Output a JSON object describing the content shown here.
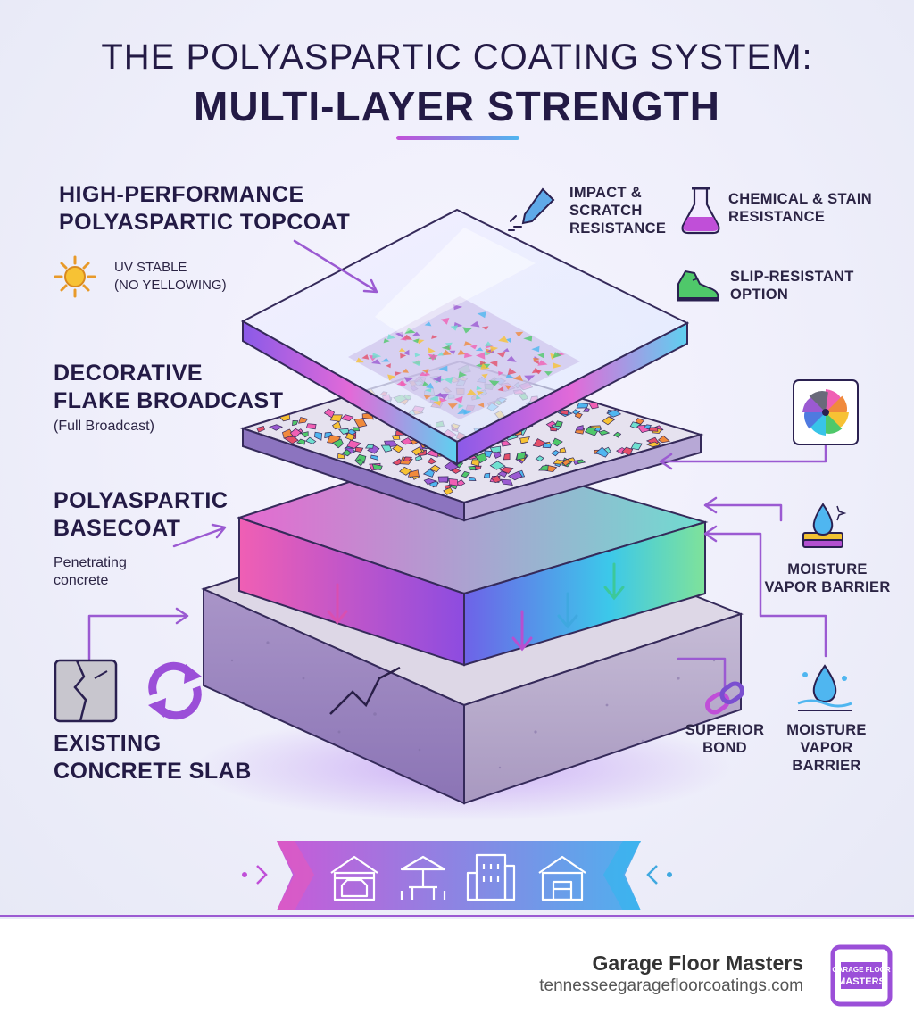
{
  "title": {
    "line1": "THE POLYASPARTIC COATING SYSTEM:",
    "line2": "MULTI-LAYER STRENGTH"
  },
  "layers": {
    "topcoat": {
      "line1": "HIGH-PERFORMANCE",
      "line2": "POLYASPARTIC TOPCOAT"
    },
    "uv": {
      "line1": "UV STABLE",
      "line2": "(NO YELLOWING)"
    },
    "flake": {
      "line1": "DECORATIVE",
      "line2": "FLAKE BROADCAST",
      "note": "(Full Broadcast)"
    },
    "basecoat": {
      "line1": "POLYASPARTIC",
      "line2": "BASECOAT",
      "note1": "Penetrating",
      "note2": "concrete"
    },
    "slab": {
      "line1": "EXISTING",
      "line2": "CONCRETE SLAB"
    }
  },
  "features": {
    "impact": {
      "line1": "IMPACT &",
      "line2": "SCRATCH",
      "line3": "RESISTANCE",
      "icon": "pen-scratch-icon"
    },
    "chemical": {
      "line1": "CHEMICAL & STAIN",
      "line2": "RESISTANCE",
      "icon": "flask-icon"
    },
    "slip": {
      "line1": "SLIP-RESISTANT",
      "line2": "OPTION",
      "icon": "shoe-icon"
    },
    "color": {
      "icon": "color-wheel-icon"
    },
    "moisture1": {
      "line1": "MOISTURE",
      "line2": "VAPOR BARRIER",
      "icon": "water-drop-icon"
    },
    "bond": {
      "line1": "SUPERIOR",
      "line2": "BOND",
      "icon": "chain-link-icon"
    },
    "moisture2": {
      "line1": "MOISTURE",
      "line2": "VAPOR",
      "line3": "BARRIER",
      "icon": "water-drop-icon"
    }
  },
  "banner": {
    "icons": [
      "garage-car-icon",
      "patio-table-icon",
      "commercial-building-icon",
      "warehouse-icon"
    ]
  },
  "footer": {
    "brand": "Garage Floor Masters",
    "url": "tennesseegaragefloorcoatings.com",
    "logo_line1": "GARAGE FLOOR",
    "logo_line2": "MASTERS"
  },
  "colors": {
    "navy": "#231a45",
    "purple": "#9b5ad2",
    "accent_pink": "#e05ac0",
    "accent_cyan": "#38c4e8"
  }
}
